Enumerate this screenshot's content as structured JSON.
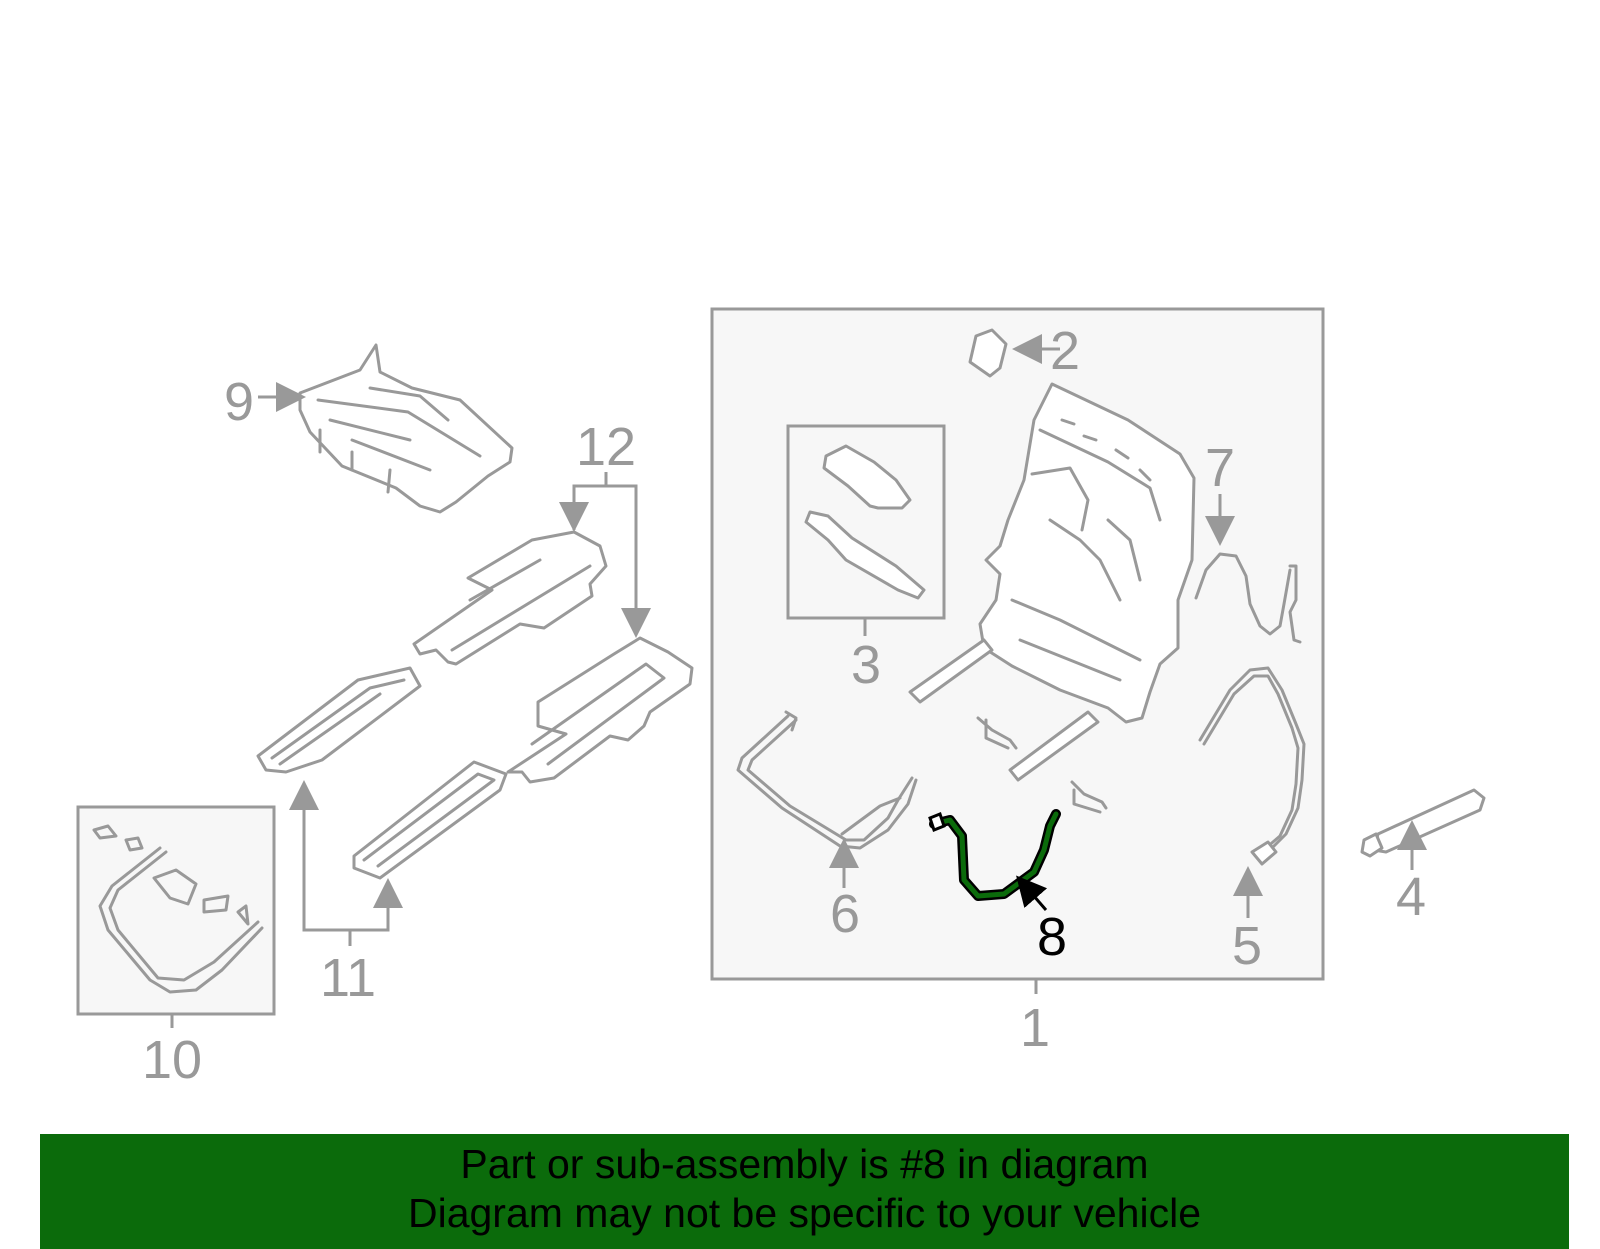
{
  "callouts": {
    "c1": "1",
    "c2": "2",
    "c3": "3",
    "c4": "4",
    "c5": "5",
    "c6": "6",
    "c7": "7",
    "c8": "8",
    "c9": "9",
    "c10": "10",
    "c11": "11",
    "c12": "12"
  },
  "banner": {
    "line1": "Part or sub-assembly is #8 in diagram",
    "line2": "Diagram may not be specific to your vehicle"
  },
  "colors": {
    "line": "#999999",
    "highlight_part": "#0b6b0b",
    "banner_bg": "#0b6b0b"
  }
}
